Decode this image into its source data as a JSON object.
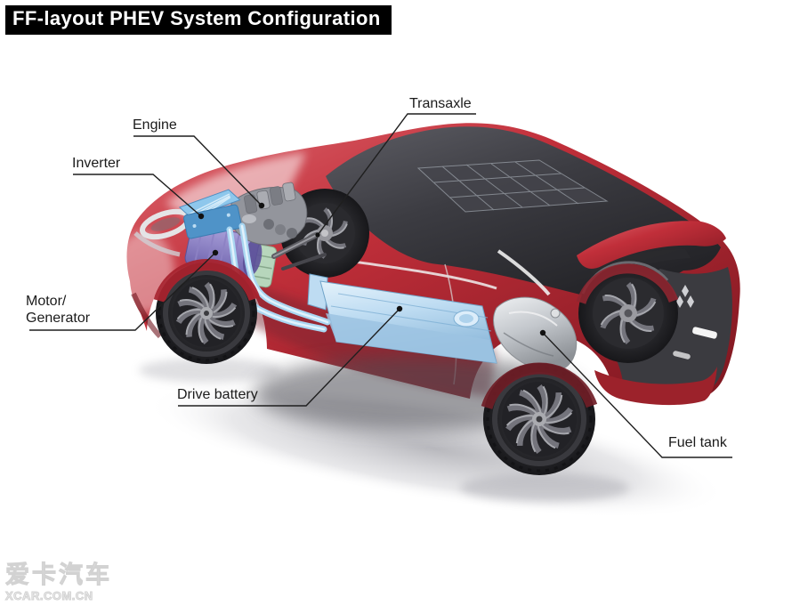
{
  "title": "FF-layout PHEV System Configuration",
  "labels": {
    "engine": "Engine",
    "inverter": "Inverter",
    "transaxle": "Transaxle",
    "motor_line1": "Motor/",
    "motor_line2": "Generator",
    "drive_battery": "Drive battery",
    "fuel_tank": "Fuel tank"
  },
  "watermark": {
    "site_name": "爱卡汽车",
    "site_url": "XCAR.COM.CN"
  },
  "colors": {
    "title_bg": "#000000",
    "title_fg": "#ffffff",
    "label_text": "#1b1b1b",
    "leader_line": "#1f1f1f",
    "body_red": "#c12f3a",
    "body_red_dark": "#7c161f",
    "roof_gray": "#3c3c42",
    "battery_blue": "#bedcf2",
    "inverter_blue": "#4f93c8",
    "motor_purple": "#7f74b8",
    "engine_gray": "#93959c",
    "transaxle_green": "#b7d6bc",
    "fuel_tank_silver": "#c3c7cc",
    "pipe_blue": "#a9d6f1",
    "tire_black": "#232327",
    "watermark_gray": "#e2e2e2"
  }
}
